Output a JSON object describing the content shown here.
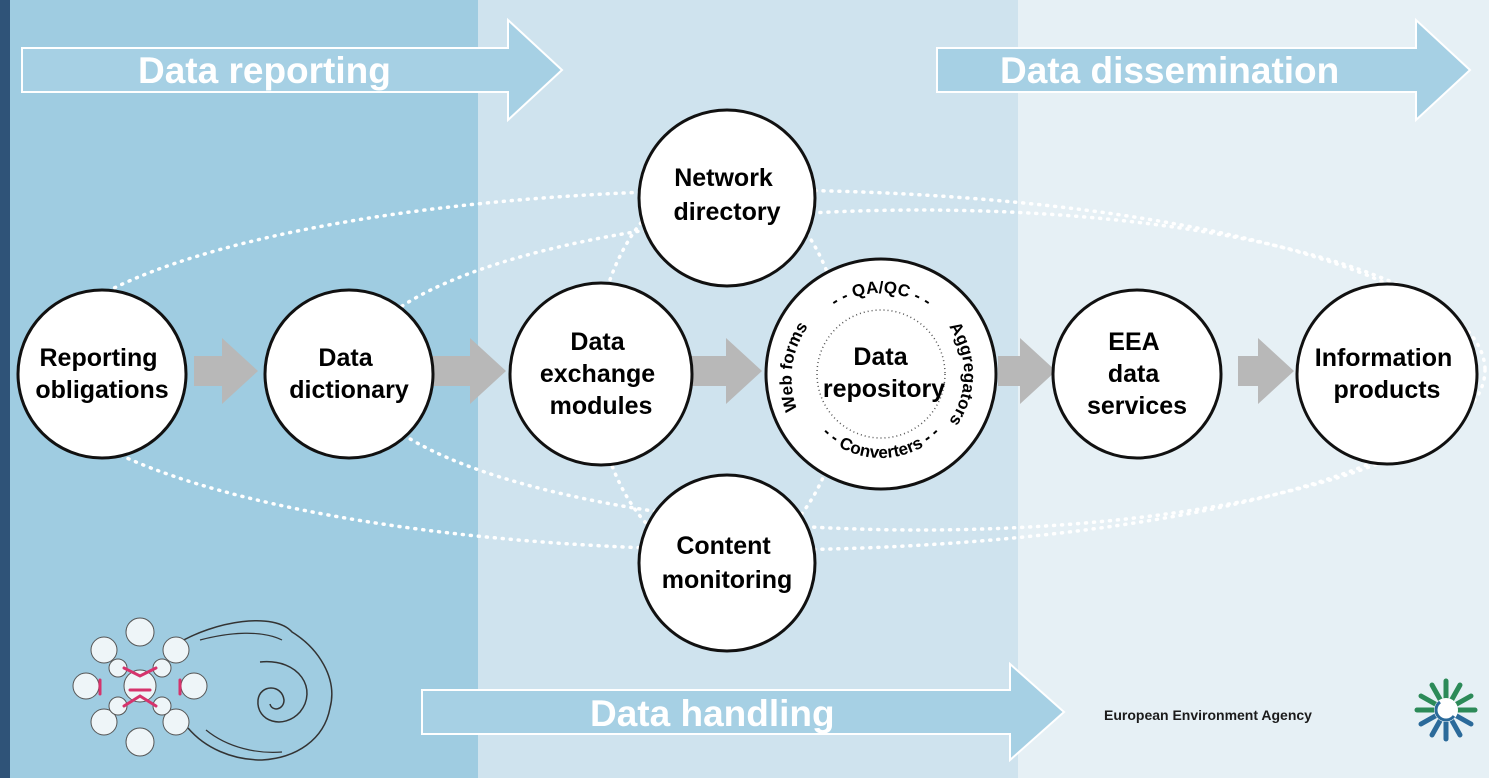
{
  "banners": {
    "reporting": "Data reporting",
    "dissemination": "Data dissemination",
    "handling": "Data handling"
  },
  "nodes": {
    "reporting_obligations": [
      "Reporting",
      "obligations"
    ],
    "data_dictionary": [
      "Data",
      "dictionary"
    ],
    "data_exchange_modules": [
      "Data",
      "exchange",
      "modules"
    ],
    "network_directory": [
      "Network",
      "directory"
    ],
    "data_repository": [
      "Data",
      "repository"
    ],
    "content_monitoring": [
      "Content",
      "monitoring"
    ],
    "eea_data_services": [
      "EEA",
      "data",
      "services"
    ],
    "information_products": [
      "Information",
      "products"
    ]
  },
  "repository_ring": {
    "top": "- - QA/QC - -",
    "right": "Aggregators",
    "bottom": "- - Converters - -",
    "left": "Web forms"
  },
  "logo": {
    "agency": "European Environment Agency",
    "icon": "eea-sun-logo-icon"
  },
  "colors": {
    "background": "#2f5378",
    "zone_reporting": "#9fcce1",
    "zone_handling": "#cfe3ee",
    "zone_dissemination": "#e6f0f5",
    "flow_arrow": "#b8b8b8",
    "banner_arrow": "#a6d0e4",
    "logo_green": "#2c8a58",
    "logo_blue": "#2b6a9a"
  }
}
